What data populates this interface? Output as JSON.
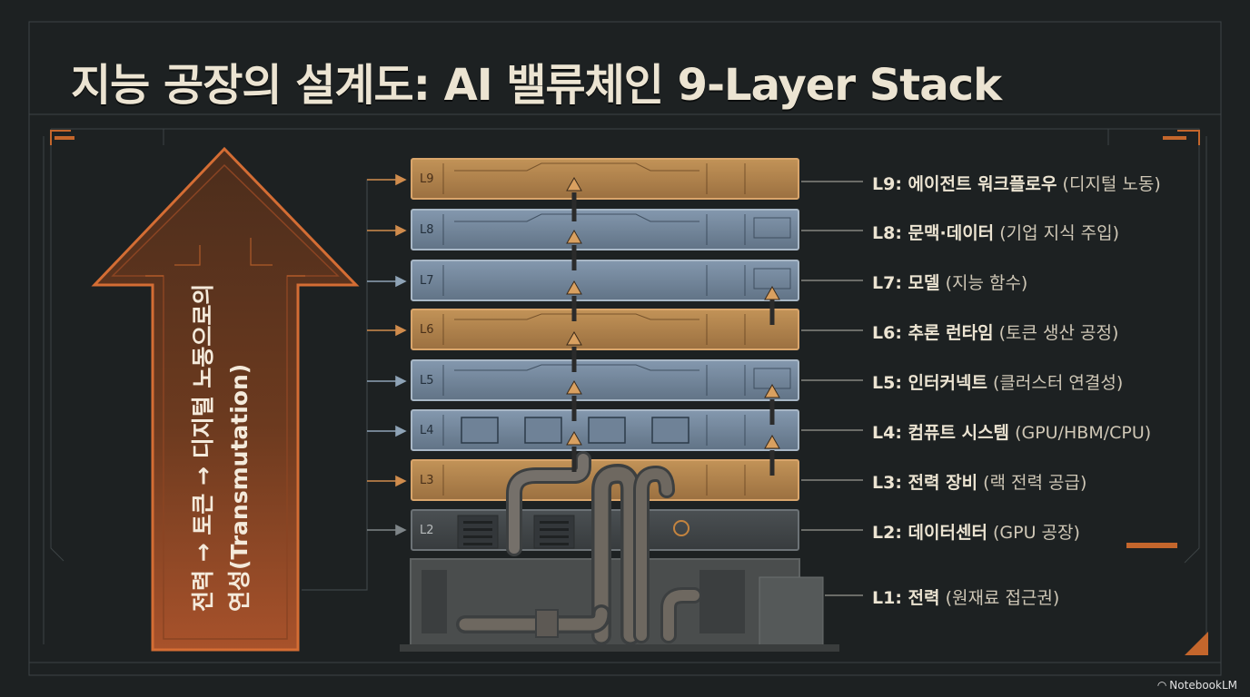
{
  "title": "지능 공장의 설계도: AI 밸류체인 9-Layer Stack",
  "transmutation": {
    "line1": "전력 → 토큰 → 디지털 노동으로의",
    "line2": "연성(Transmutation)"
  },
  "layers": [
    {
      "code": "L9",
      "name": "L9: 에이전트 워크플로우",
      "desc": "(디지털 노동)",
      "style": "copper"
    },
    {
      "code": "L8",
      "name": "L8: 문맥·데이터",
      "desc": "(기업 지식 주입)",
      "style": "steel"
    },
    {
      "code": "L7",
      "name": "L7: 모델",
      "desc": "(지능 함수)",
      "style": "steel"
    },
    {
      "code": "L6",
      "name": "L6: 추론 런타임",
      "desc": "(토큰 생산 공정)",
      "style": "copper"
    },
    {
      "code": "L5",
      "name": "L5: 인터커넥트",
      "desc": "(클러스터 연결성)",
      "style": "steel"
    },
    {
      "code": "L4",
      "name": "L4: 컴퓨트 시스템",
      "desc": "(GPU/HBM/CPU)",
      "style": "steel"
    },
    {
      "code": "L3",
      "name": "L3: 전력 장비",
      "desc": "(랙 전력 공급)",
      "style": "copper"
    },
    {
      "code": "L2",
      "name": "L2: 데이터센터",
      "desc": "(GPU 공장)",
      "style": "dark"
    },
    {
      "code": "",
      "name": "L1: 전력",
      "desc": "(원재료 접근권)",
      "style": "foundation"
    }
  ],
  "brand": "NotebookLM",
  "colors": {
    "background": "#1d2122",
    "copper": "#c19257",
    "steel": "#7d91a6",
    "accent": "#d2773a",
    "text": "#ece4d2"
  }
}
